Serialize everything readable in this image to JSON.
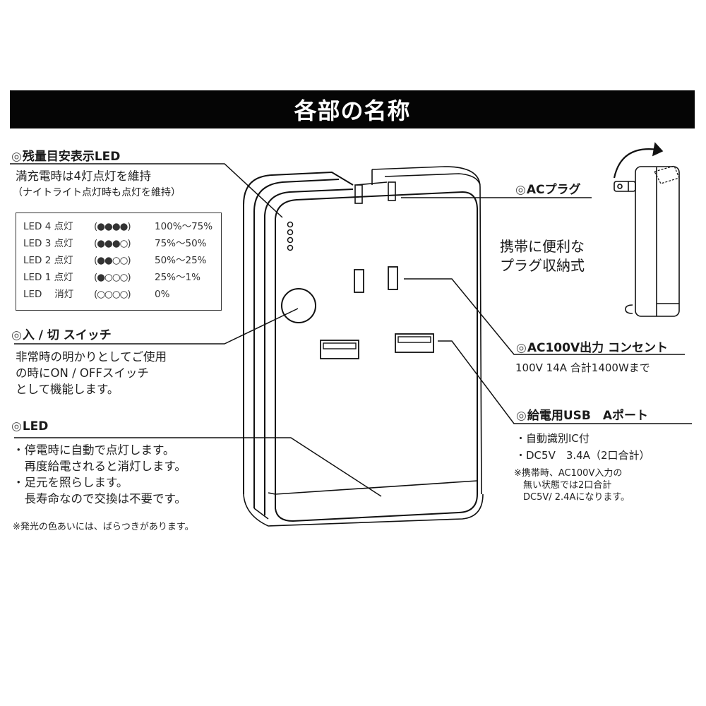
{
  "title": "各部の名称",
  "sections": {
    "battery_led": {
      "heading_mark": "◎",
      "heading": "残量目安表示LED",
      "line1": "満充電時は4灯点灯を維持",
      "line2": "（ナイトライト点灯時も点灯を維持）",
      "table": [
        {
          "label": "LED 4 点灯",
          "dots": "(●●●●)",
          "range": "100%〜75%"
        },
        {
          "label": "LED 3 点灯",
          "dots": "(●●●○)",
          "range": "75%〜50%"
        },
        {
          "label": "LED 2 点灯",
          "dots": "(●●○○)",
          "range": "50%〜25%"
        },
        {
          "label": "LED 1 点灯",
          "dots": "(●○○○)",
          "range": "25%〜1%"
        },
        {
          "label": "LED　 消灯",
          "dots": "(○○○○)",
          "range": "0%"
        }
      ]
    },
    "switch": {
      "heading_mark": "◎",
      "heading": "入 / 切 スイッチ",
      "lines": [
        "非常時の明かりとしてご使用",
        "の時にON / OFFスイッチ",
        "として機能します。"
      ]
    },
    "led": {
      "heading_mark": "◎",
      "heading": "LED",
      "lines": [
        "・停電時に自動で点灯します。",
        "　再度給電されると消灯します。",
        "・足元を照らします。",
        "　長寿命なので交換は不要です。"
      ],
      "note": "※発光の色あいには、ばらつきがあります。"
    },
    "ac_plug": {
      "heading_mark": "◎",
      "heading": "ACプラグ",
      "caption_line1": "携帯に便利な",
      "caption_line2": "プラグ収納式"
    },
    "ac_outlet": {
      "heading_mark": "◎",
      "heading": "AC100V出力 コンセント",
      "spec": "100V 14A 合計1400Wまで"
    },
    "usb": {
      "heading_mark": "◎",
      "heading": "給電用USB　Aポート",
      "lines": [
        "・自動識別IC付",
        "・DC5V　3.4A（2口合計）"
      ],
      "note_lines": [
        "※携帯時、AC100V入力の",
        "　無い状態では2口合計",
        "　DC5V/ 2.4Aになります。"
      ]
    }
  }
}
